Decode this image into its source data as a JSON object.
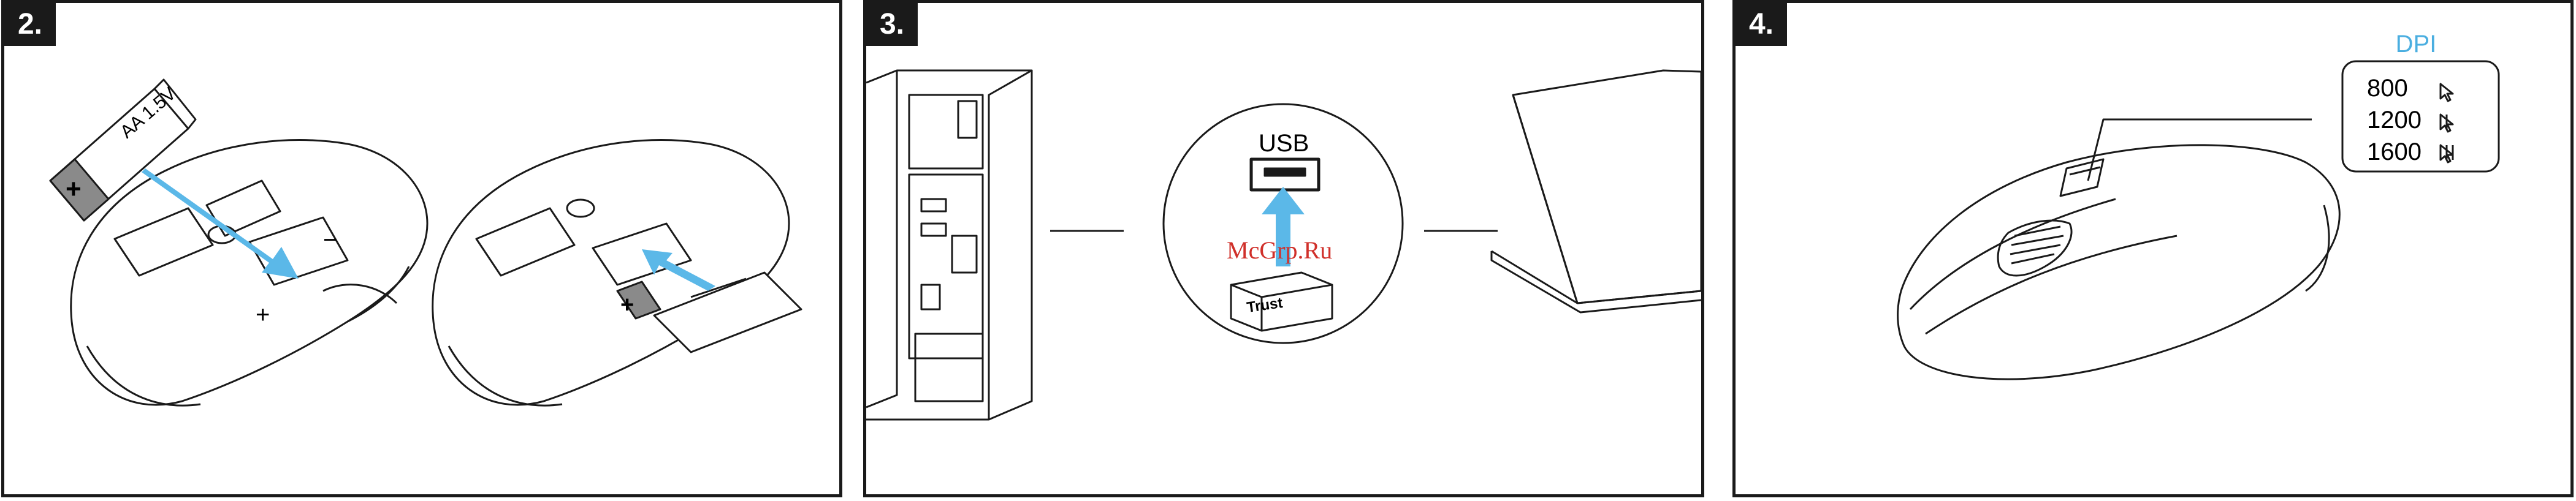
{
  "panels": [
    {
      "step": "2.",
      "battery_label": "AA 1.5V",
      "plus_sign": "+",
      "minus_sign": "−"
    },
    {
      "step": "3.",
      "usb_label": "USB",
      "watermark": "McGrp.Ru",
      "receiver_brand": "Trust"
    },
    {
      "step": "4.",
      "dpi_title": "DPI",
      "dpi_levels": [
        "800",
        "1200",
        "1600"
      ]
    }
  ],
  "colors": {
    "arrow": "#5bb8e8",
    "dpi_title": "#4aaee0",
    "watermark": "#d0302a",
    "line": "#1a1a1a",
    "battery_cap": "#8a8a8a"
  }
}
